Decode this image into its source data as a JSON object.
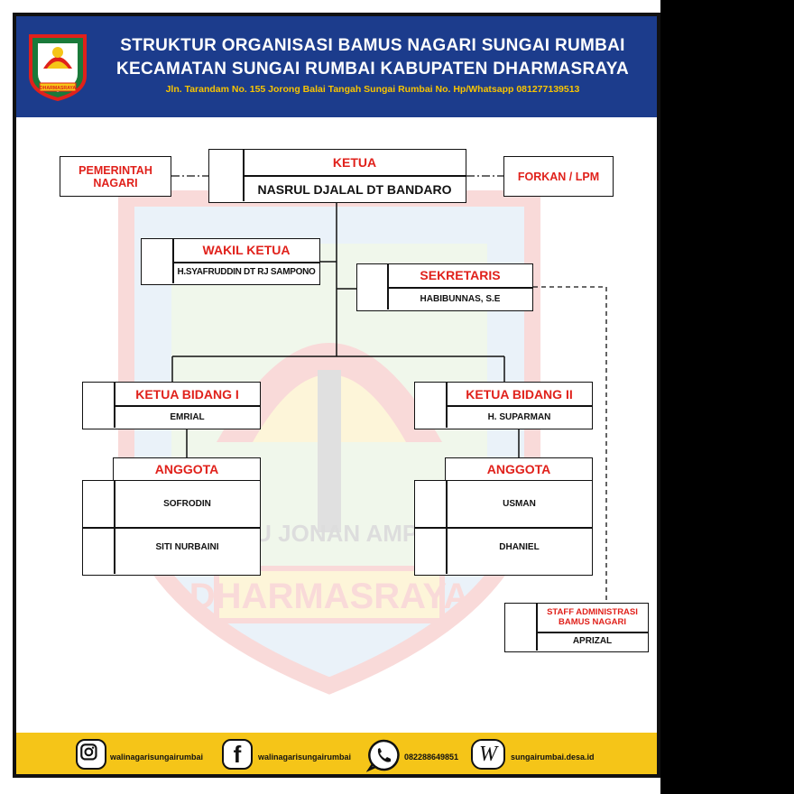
{
  "header": {
    "title_line1": "STRUKTUR ORGANISASI BAMUS NAGARI SUNGAI RUMBAI",
    "title_line2": "KECAMATAN SUNGAI RUMBAI KABUPATEN DHARMASRAYA",
    "address": "Jln. Tarandam No. 155 Jorong Balai Tangah Sungai Rumbai No. Hp/Whatsapp 081277139513",
    "logo_banner": "DHARMASRAYA"
  },
  "watermark": {
    "motto": "TAU JONAN AMPE",
    "name": "DHARMASRAYA"
  },
  "org": {
    "pemerintah": "PEMERINTAH NAGARI",
    "forkan": "FORKAN / LPM",
    "ketua": {
      "role": "KETUA",
      "name": "NASRUL DJALAL DT BANDARO"
    },
    "wakil": {
      "role": "WAKIL KETUA",
      "name": "H.SYAFRUDDIN DT RJ SAMPONO"
    },
    "sekretaris": {
      "role": "SEKRETARIS",
      "name": "HABIBUNNAS, S.E"
    },
    "bidang1": {
      "role": "KETUA BIDANG I",
      "name": "EMRIAL"
    },
    "bidang2": {
      "role": "KETUA BIDANG II",
      "name": "H. SUPARMAN"
    },
    "anggota1": {
      "role": "ANGGOTA",
      "members": [
        "SOFRODIN",
        "SITI NURBAINI"
      ]
    },
    "anggota2": {
      "role": "ANGGOTA",
      "members": [
        "USMAN",
        "DHANIEL"
      ]
    },
    "staff": {
      "role_line1": "STAFF ADMINISTRASI",
      "role_line2": "BAMUS NAGARI",
      "name": "APRIZAL"
    }
  },
  "footer": {
    "instagram": "walinagarisungairumbai",
    "facebook": "walinagarisungairumbai",
    "whatsapp": "082288649851",
    "website": "sungairumbai.desa.id"
  },
  "colors": {
    "header_bg": "#1c3c8c",
    "title_red": "#e0211b",
    "address_yellow": "#f8c400",
    "footer_bg": "#f5c518"
  }
}
